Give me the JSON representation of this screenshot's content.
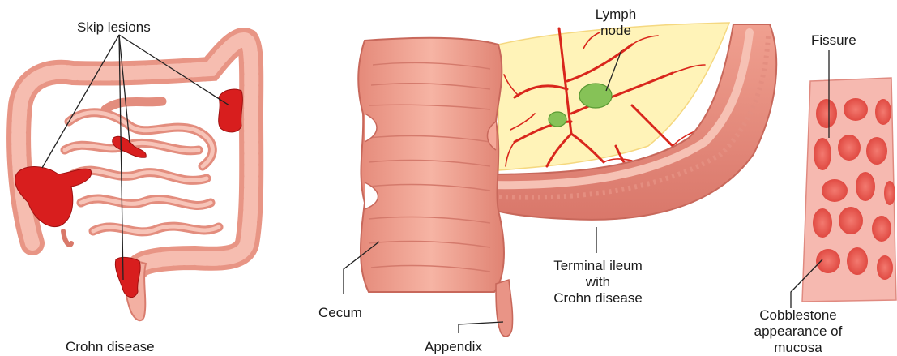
{
  "labels": {
    "skip_lesions": "Skip lesions",
    "crohn_disease": "Crohn disease",
    "lymph": "Lymph",
    "node": "node",
    "fissure": "Fissure",
    "cecum": "Cecum",
    "appendix": "Appendix",
    "terminal_ileum_1": "Terminal ileum",
    "terminal_ileum_2": "with",
    "terminal_ileum_3": "Crohn disease",
    "cobblestone_1": "Cobblestone",
    "cobblestone_2": "appearance of",
    "cobblestone_3": "mucosa"
  },
  "colors": {
    "tissue": "#f2a99a",
    "tissue_dark": "#d9796a",
    "lesion": "#d81e1e",
    "mesentery": "#fff2b0",
    "vessel": "#d9261c",
    "lymph_node": "#86c257",
    "mucosa": "#f6b9b0",
    "cobble": "#e9534a"
  }
}
